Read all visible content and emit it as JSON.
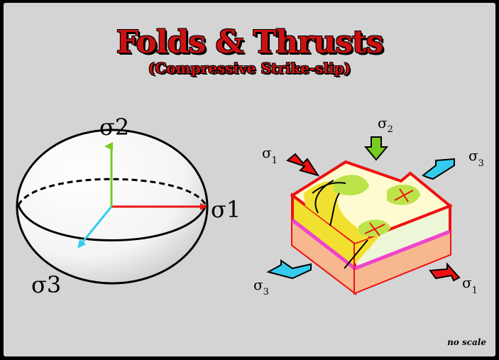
{
  "title": "Folds & Thrusts",
  "subtitle": "(Compressive Strike-slip)",
  "footer_note": "no scale",
  "ellipsoid": {
    "sigma2_label": "σ2",
    "sigma1_label": "σ1",
    "sigma3_label": "σ3"
  },
  "block": {
    "sigma2_label": "σ",
    "sigma2_sub": "2",
    "sigma1_top_label": "σ",
    "sigma1_top_sub": "1",
    "sigma3_top_label": "σ",
    "sigma3_top_sub": "3",
    "sigma3_bottom_label": "σ",
    "sigma3_bottom_sub": "3",
    "sigma1_bottom_label": "σ",
    "sigma1_bottom_sub": "1"
  },
  "colors": {
    "sigma1": "#ee1111",
    "sigma2": "#77cc22",
    "sigma3": "#33ccee",
    "title": "#cc1111"
  }
}
